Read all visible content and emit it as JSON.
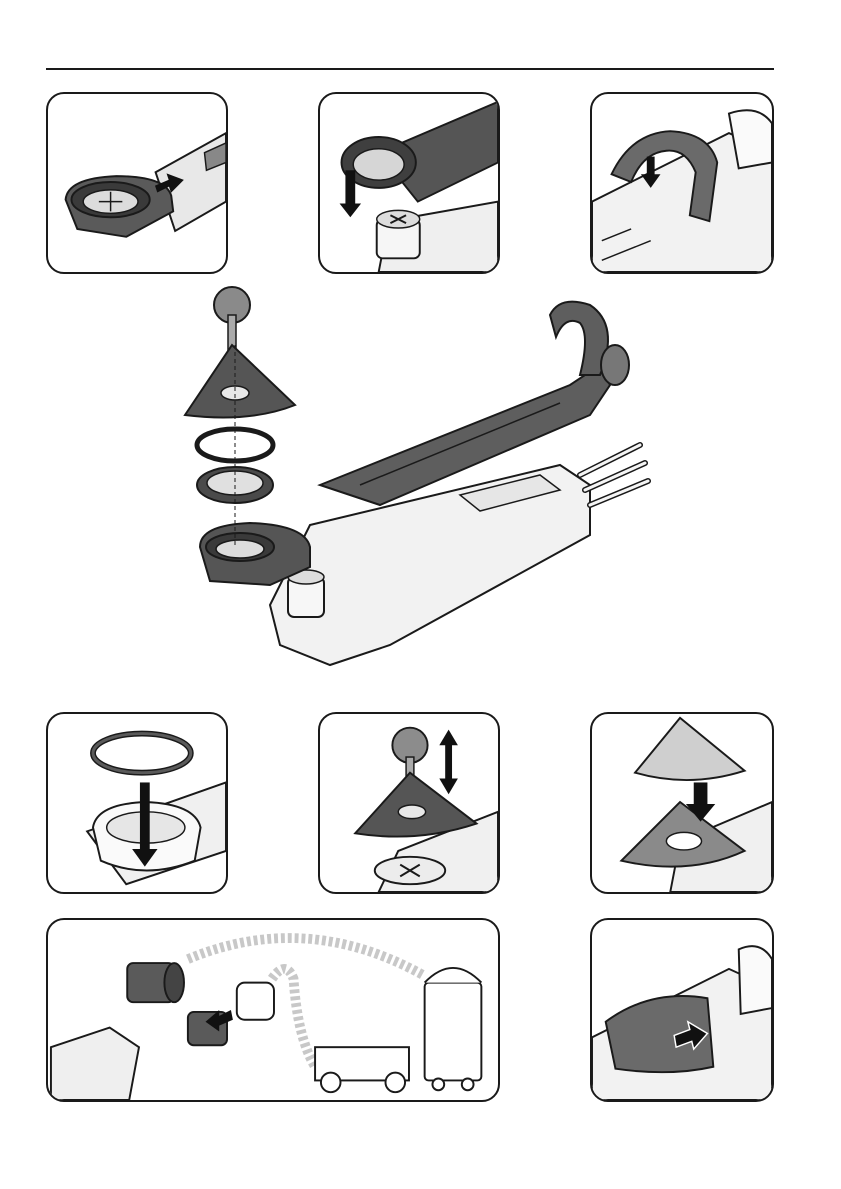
{
  "page": {
    "colors": {
      "outline": "#1a1a1a",
      "tool_body": "#f2f2f2",
      "dark_part": "#4a4a4a",
      "mid_part": "#6e6e6e",
      "light_part": "#d9d9d9",
      "hose_dash": "#c8c8c8",
      "abrasive": "#cfcfcf"
    },
    "panels": [
      {
        "id": "fig-a",
        "icon": "attach-dust-extractor-icon"
      },
      {
        "id": "fig-b",
        "icon": "lower-dust-extractor-icon"
      },
      {
        "id": "fig-c",
        "icon": "clip-holder-icon"
      },
      {
        "id": "fig-d",
        "icon": "insert-ring-icon"
      },
      {
        "id": "fig-e",
        "icon": "fasten-screw-icon"
      },
      {
        "id": "fig-f",
        "icon": "attach-sandpaper-icon"
      },
      {
        "id": "fig-g",
        "icon": "connect-vacuum-icon"
      },
      {
        "id": "fig-h",
        "icon": "slide-clip-icon"
      }
    ],
    "main_figure": {
      "icon": "exploded-assembly-icon"
    }
  }
}
